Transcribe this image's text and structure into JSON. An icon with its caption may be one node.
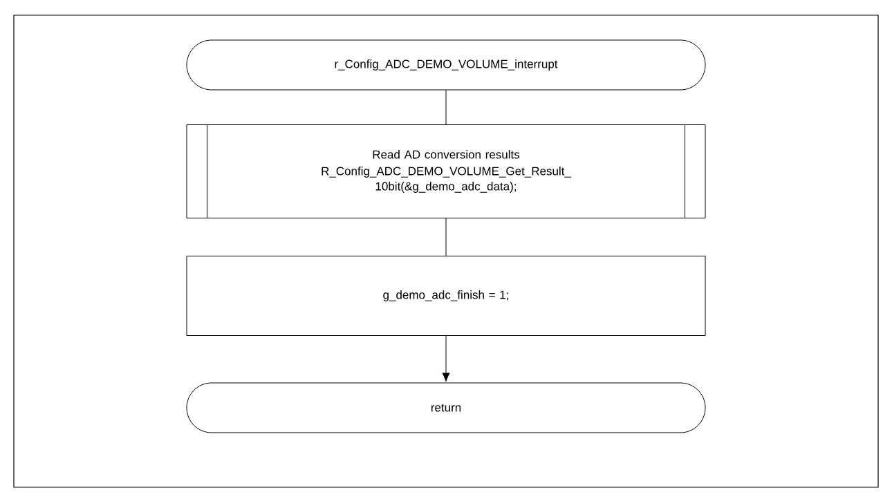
{
  "diagram": {
    "nodes": [
      {
        "text": [
          "r_Config_ADC_DEMO_VOLUME_interrupt"
        ]
      },
      {
        "text": [
          "Read AD conversion results",
          "R_Config_ADC_DEMO_VOLUME_Get_Result_ 10bit(&g_demo_adc_data);"
        ]
      },
      {
        "text": [
          "g_demo_adc_finish = 1;"
        ]
      },
      {
        "text": [
          "return"
        ]
      }
    ],
    "edges": [
      {
        "from": 0,
        "to": 1,
        "arrow": "none"
      },
      {
        "from": 1,
        "to": 2,
        "arrow": "none"
      },
      {
        "from": 2,
        "to": 3,
        "arrow": "to"
      }
    ]
  }
}
